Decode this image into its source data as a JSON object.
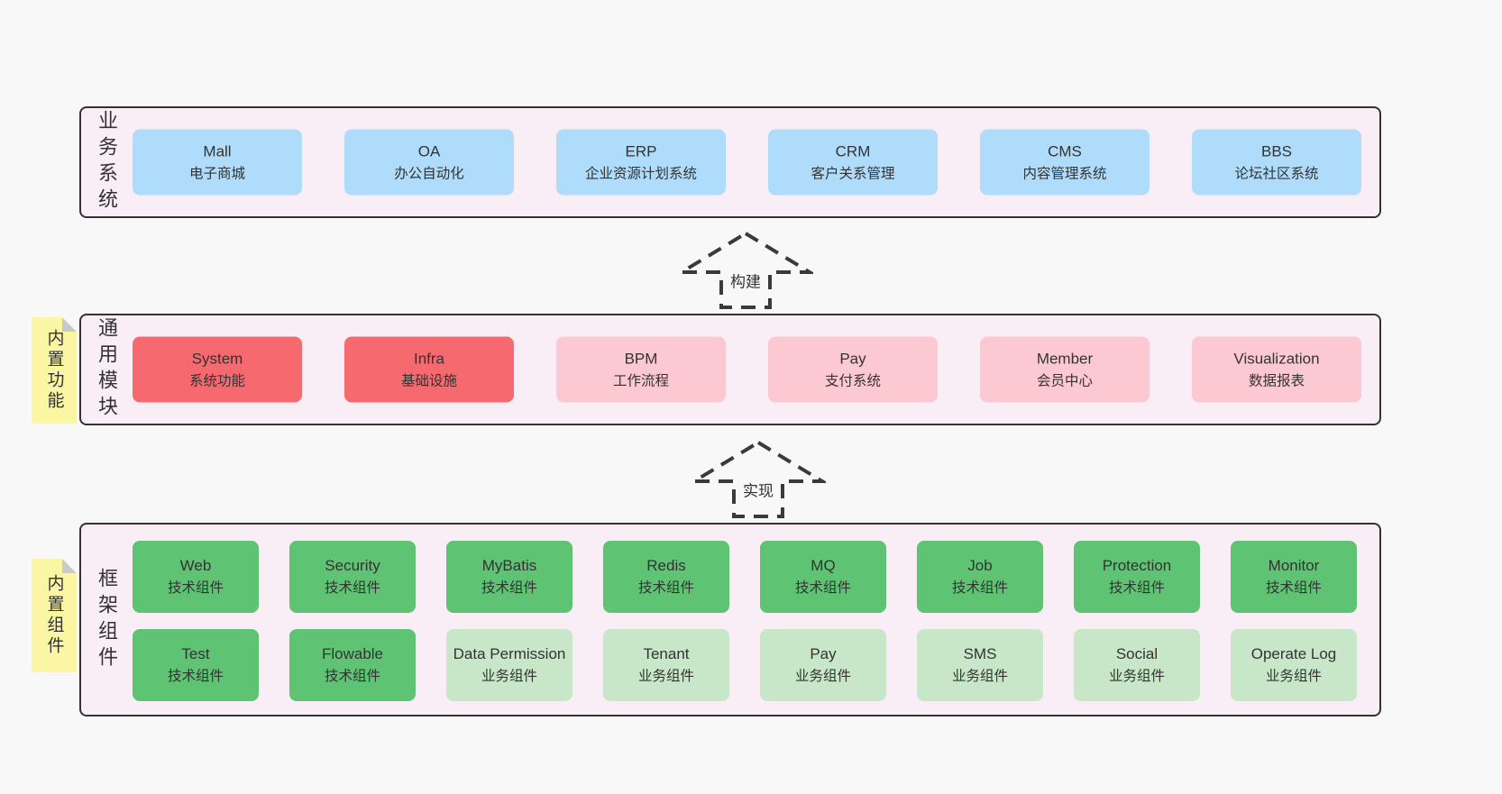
{
  "colors": {
    "page_bg": "#f8f8f8",
    "panel_bg": "#f9edf6",
    "border": "#333333",
    "blue": "#aedcfa",
    "red": "#f5696f",
    "pink": "#fcc9d3",
    "green": "#5fc374",
    "lightgreen": "#c7e7c8",
    "note_yellow": "#fbf6a3"
  },
  "panels": [
    {
      "label": "业务系统",
      "boxes": [
        {
          "name": "Mall",
          "desc": "电子商城",
          "variant": "blue"
        },
        {
          "name": "OA",
          "desc": "办公自动化",
          "variant": "blue"
        },
        {
          "name": "ERP",
          "desc": "企业资源计划系统",
          "variant": "blue"
        },
        {
          "name": "CRM",
          "desc": "客户关系管理",
          "variant": "blue"
        },
        {
          "name": "CMS",
          "desc": "内容管理系统",
          "variant": "blue"
        },
        {
          "name": "BBS",
          "desc": "论坛社区系统",
          "variant": "blue"
        }
      ]
    },
    {
      "label": "通用模块",
      "note": "内置功能",
      "boxes": [
        {
          "name": "System",
          "desc": "系统功能",
          "variant": "red"
        },
        {
          "name": "Infra",
          "desc": "基础设施",
          "variant": "red"
        },
        {
          "name": "BPM",
          "desc": "工作流程",
          "variant": "pink"
        },
        {
          "name": "Pay",
          "desc": "支付系统",
          "variant": "pink"
        },
        {
          "name": "Member",
          "desc": "会员中心",
          "variant": "pink"
        },
        {
          "name": "Visualization",
          "desc": "数据报表",
          "variant": "pink"
        }
      ]
    },
    {
      "label": "框架组件",
      "note": "内置组件",
      "rows": [
        [
          {
            "name": "Web",
            "desc": "技术组件",
            "variant": "green"
          },
          {
            "name": "Security",
            "desc": "技术组件",
            "variant": "green"
          },
          {
            "name": "MyBatis",
            "desc": "技术组件",
            "variant": "green"
          },
          {
            "name": "Redis",
            "desc": "技术组件",
            "variant": "green"
          },
          {
            "name": "MQ",
            "desc": "技术组件",
            "variant": "green"
          },
          {
            "name": "Job",
            "desc": "技术组件",
            "variant": "green"
          },
          {
            "name": "Protection",
            "desc": "技术组件",
            "variant": "green"
          },
          {
            "name": "Monitor",
            "desc": "技术组件",
            "variant": "green"
          }
        ],
        [
          {
            "name": "Test",
            "desc": "技术组件",
            "variant": "green"
          },
          {
            "name": "Flowable",
            "desc": "技术组件",
            "variant": "green"
          },
          {
            "name": "Data Permission",
            "desc": "业务组件",
            "variant": "lightgreen"
          },
          {
            "name": "Tenant",
            "desc": "业务组件",
            "variant": "lightgreen"
          },
          {
            "name": "Pay",
            "desc": "业务组件",
            "variant": "lightgreen"
          },
          {
            "name": "SMS",
            "desc": "业务组件",
            "variant": "lightgreen"
          },
          {
            "name": "Social",
            "desc": "业务组件",
            "variant": "lightgreen"
          },
          {
            "name": "Operate Log",
            "desc": "业务组件",
            "variant": "lightgreen"
          }
        ]
      ]
    }
  ],
  "arrows": [
    {
      "label": "构建"
    },
    {
      "label": "实现"
    }
  ]
}
